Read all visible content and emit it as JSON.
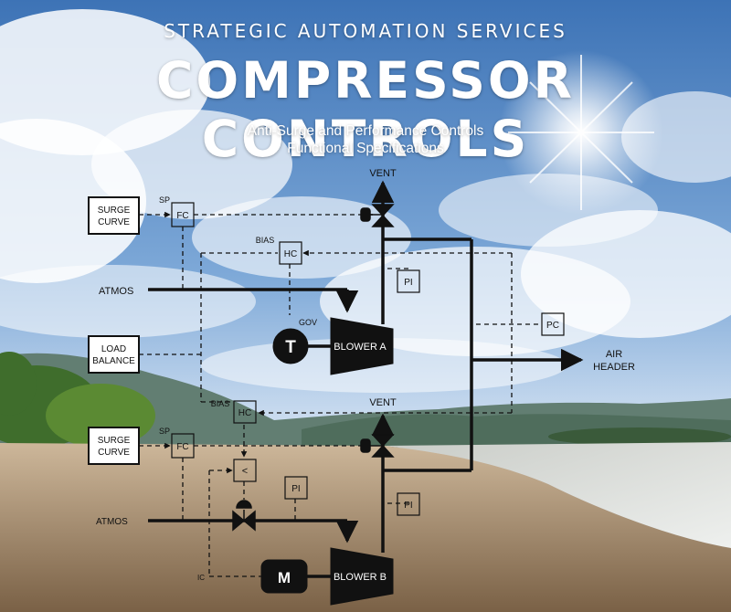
{
  "header": {
    "kicker": "STRATEGIC AUTOMATION SERVICES",
    "title": "COMPRESSOR CONTROLS",
    "subtitle_line1": "Anti-Surge and Performance Controls",
    "subtitle_line2": "Functional Specifications"
  },
  "diagram": {
    "vent_top": "VENT",
    "vent_bottom": "VENT",
    "surge_curve_a_line1": "SURGE",
    "surge_curve_a_line2": "CURVE",
    "surge_curve_b_line1": "SURGE",
    "surge_curve_b_line2": "CURVE",
    "load_balance_line1": "LOAD",
    "load_balance_line2": "BALANCE",
    "sp_a": "SP",
    "sp_b": "SP",
    "fc_a": "FC",
    "fc_b": "FC",
    "bias_a": "BIAS",
    "bias_b": "BIAS",
    "hc_a": "HC",
    "hc_b": "HC",
    "pi_a": "PI",
    "pi_b1": "PI",
    "pi_b2": "PI",
    "pc": "PC",
    "low_select": "<",
    "atmos_a": "ATMOS",
    "atmos_b": "ATMOS",
    "gov": "GOV",
    "turbine": "T",
    "motor": "M",
    "blower_a": "BLOWER A",
    "blower_b": "BLOWER B",
    "air_header_line1": "AIR",
    "air_header_line2": "HEADER",
    "ic": "IC"
  }
}
